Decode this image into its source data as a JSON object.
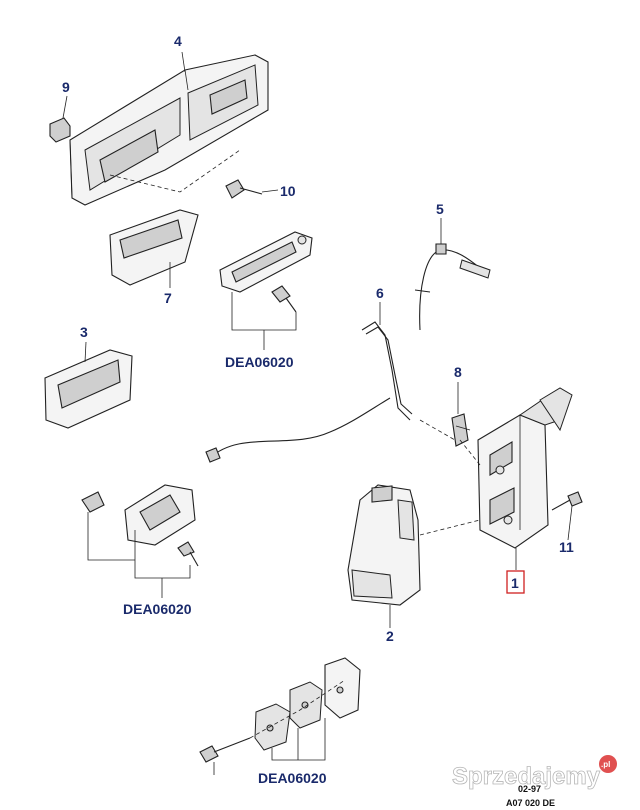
{
  "callouts": {
    "p1": "1",
    "p2": "2",
    "p3": "3",
    "p4": "4",
    "p5": "5",
    "p6": "6",
    "p7": "7",
    "p8": "8",
    "p9": "9",
    "p10": "10",
    "p11": "11"
  },
  "references": {
    "ref_a": "DEA06020",
    "ref_b": "DEA06020",
    "ref_c": "DEA06020"
  },
  "footer": {
    "date_code": "02-97",
    "drawing_code": "A07 020 DE"
  },
  "watermark": {
    "text": "Sprzedajemy",
    "badge": ".pl"
  },
  "highlight_color": "#d02020",
  "callout_color": "#1a2a6b"
}
